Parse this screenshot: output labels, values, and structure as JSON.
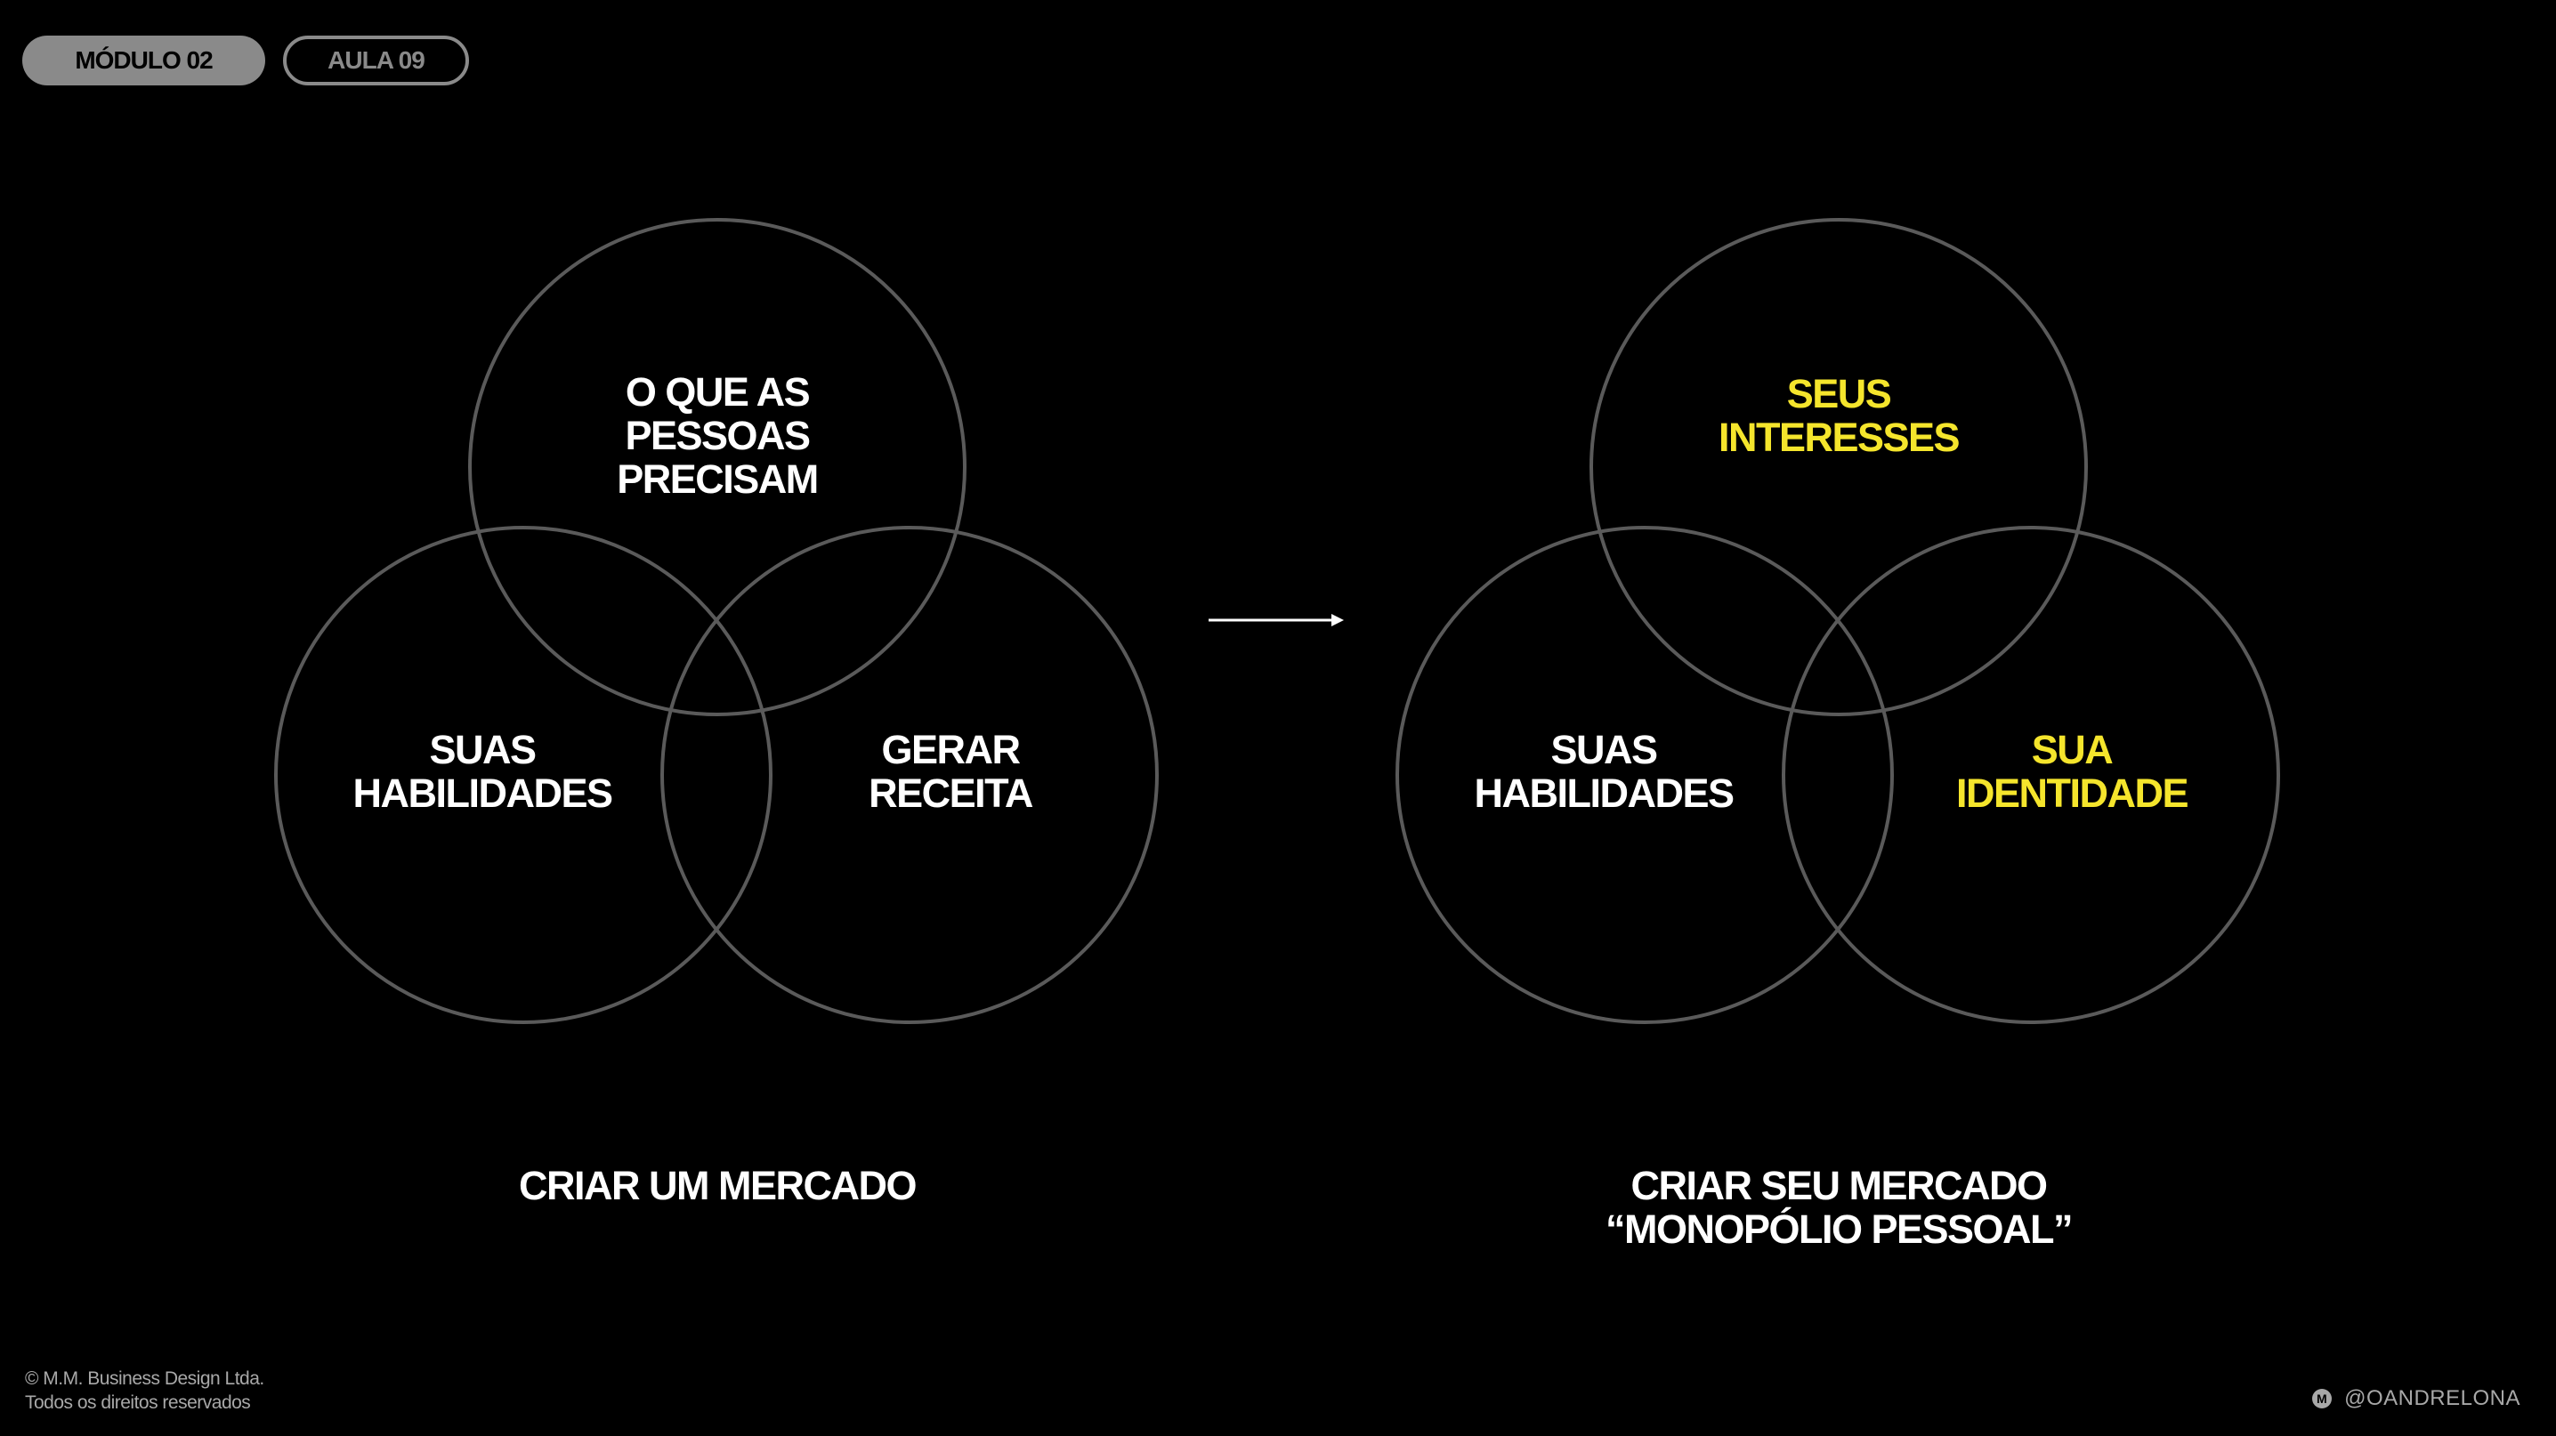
{
  "header": {
    "module": "MÓDULO 02",
    "lesson": "AULA 09"
  },
  "colors": {
    "background": "#000000",
    "circle_stroke": "#5a5a5a",
    "text": "#ffffff",
    "highlight": "#f5e52c",
    "pill_gray": "#8a8a8a"
  },
  "left_diagram": {
    "top": [
      "O QUE AS",
      "PESSOAS",
      "PRECISAM"
    ],
    "left": [
      "SUAS",
      "HABILIDADES"
    ],
    "right": [
      "GERAR",
      "RECEITA"
    ],
    "caption": [
      "CRIAR UM MERCADO"
    ]
  },
  "right_diagram": {
    "top": [
      "SEUS",
      "INTERESSES"
    ],
    "left": [
      "SUAS",
      "HABILIDADES"
    ],
    "right": [
      "SUA",
      "IDENTIDADE"
    ],
    "caption": [
      "CRIAR SEU MERCADO",
      "“MONOPÓLIO PESSOAL”"
    ]
  },
  "footer": {
    "copyright": [
      "© M.M. Business Design Ltda.",
      "Todos os direitos reservados"
    ],
    "handle_icon": "M",
    "handle": "@OANDRELONA"
  }
}
